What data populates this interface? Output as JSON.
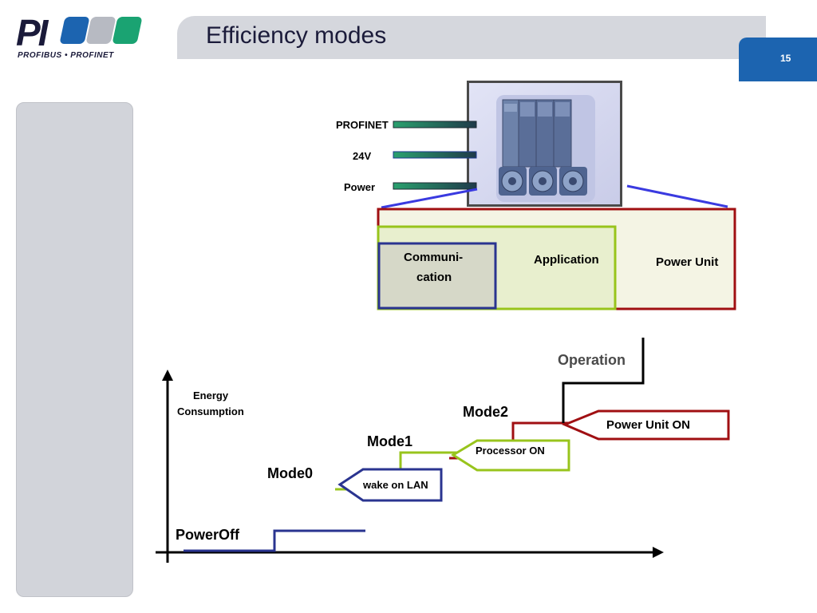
{
  "logo": {
    "text": "PI",
    "subtitle": "PROFIBUS • PROFINET"
  },
  "slide": {
    "title": "Efficiency modes",
    "page_number": "15"
  },
  "device": {
    "inputs": [
      "PROFINET",
      "24V",
      "Power"
    ]
  },
  "blocks": {
    "communication_line1": "Communi-",
    "communication_line2": "cation",
    "application": "Application",
    "power_unit": "Power Unit"
  },
  "graph": {
    "y_axis_line1": "Energy",
    "y_axis_line2": "Consumption",
    "states": [
      "PowerOff",
      "Mode0",
      "Mode1",
      "Mode2",
      "Operation"
    ],
    "callouts": {
      "wake_on_lan": "wake on LAN",
      "processor_on": "Processor ON",
      "power_unit_on": "Power Unit ON"
    }
  },
  "colors": {
    "communication": "#2a3490",
    "application": "#98c41c",
    "power_unit": "#a00f12",
    "operation": "#000000",
    "accent_blue": "#1c64b0"
  }
}
